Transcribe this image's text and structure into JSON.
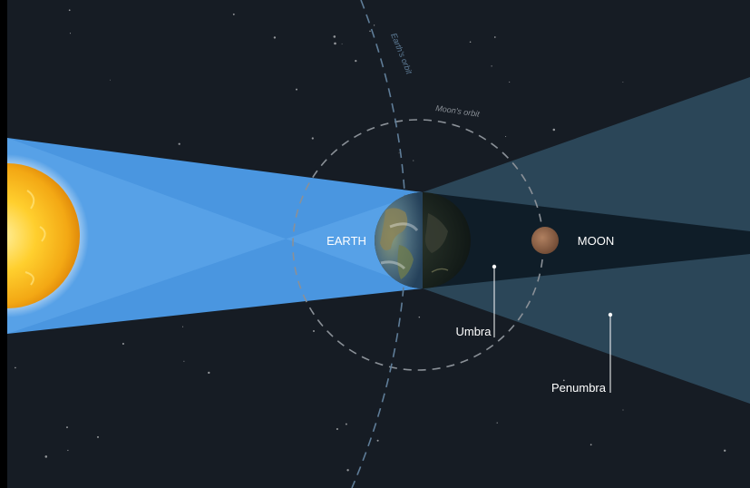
{
  "labels": {
    "earth": "EARTH",
    "moon": "MOON",
    "umbra": "Umbra",
    "penumbra": "Penumbra",
    "earth_orbit": "Earth's orbit",
    "moon_orbit": "Moon's orbit"
  },
  "colors": {
    "space": "#161c24",
    "sunlight": "#4a96e0",
    "sunlight_bright": "#68b0f0",
    "penumbra": "#2b4658",
    "umbra": "#0f1d28",
    "sun_core": "#f7b91a",
    "sun_glow": "#fff7d0",
    "orbit_earth": "#5f7d98",
    "orbit_moon": "#8a9097",
    "moon_body": "#9a6a4a",
    "label": "#ffffff"
  }
}
